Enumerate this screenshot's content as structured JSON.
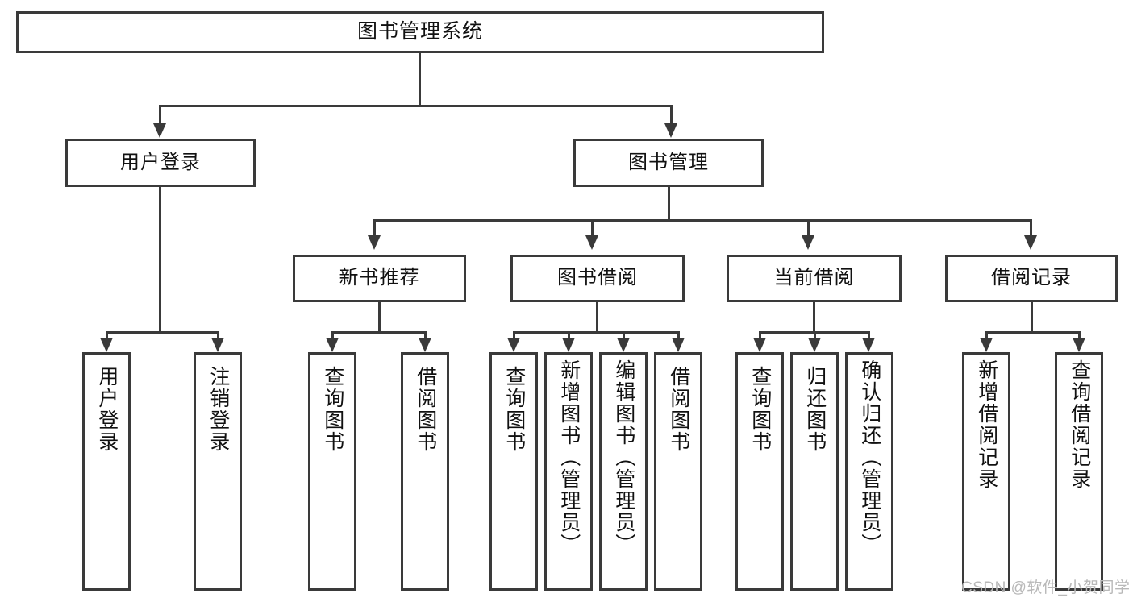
{
  "diagram": {
    "title": "图书管理系统",
    "type": "hierarchy-tree",
    "watermark": "CSDN @软件_小贺同学",
    "colors": {
      "line": "#3a3a3a",
      "box_fill": "#ffffff",
      "text": "#111111",
      "watermark": "#b8b8b8"
    },
    "nodes": {
      "root": {
        "label": "图书管理系统"
      },
      "level2": [
        {
          "label": "用户登录"
        },
        {
          "label": "图书管理"
        }
      ],
      "level3": [
        {
          "label": "新书推荐"
        },
        {
          "label": "图书借阅"
        },
        {
          "label": "当前借阅"
        },
        {
          "label": "借阅记录"
        }
      ],
      "leaves": {
        "user_login": [
          {
            "label": "用户登录"
          },
          {
            "label": "注销登录"
          }
        ],
        "new_book": [
          {
            "label": "查询图书"
          },
          {
            "label": "借阅图书"
          }
        ],
        "book_borrow": [
          {
            "label": "查询图书"
          },
          {
            "label": "新增图书（管理员）"
          },
          {
            "label": "编辑图书（管理员）"
          },
          {
            "label": "借阅图书"
          }
        ],
        "current_borrow": [
          {
            "label": "查询图书"
          },
          {
            "label": "归还图书"
          },
          {
            "label": "确认归还（管理员）"
          }
        ],
        "borrow_record": [
          {
            "label": "新增借阅记录"
          },
          {
            "label": "查询借阅记录"
          }
        ]
      }
    }
  }
}
